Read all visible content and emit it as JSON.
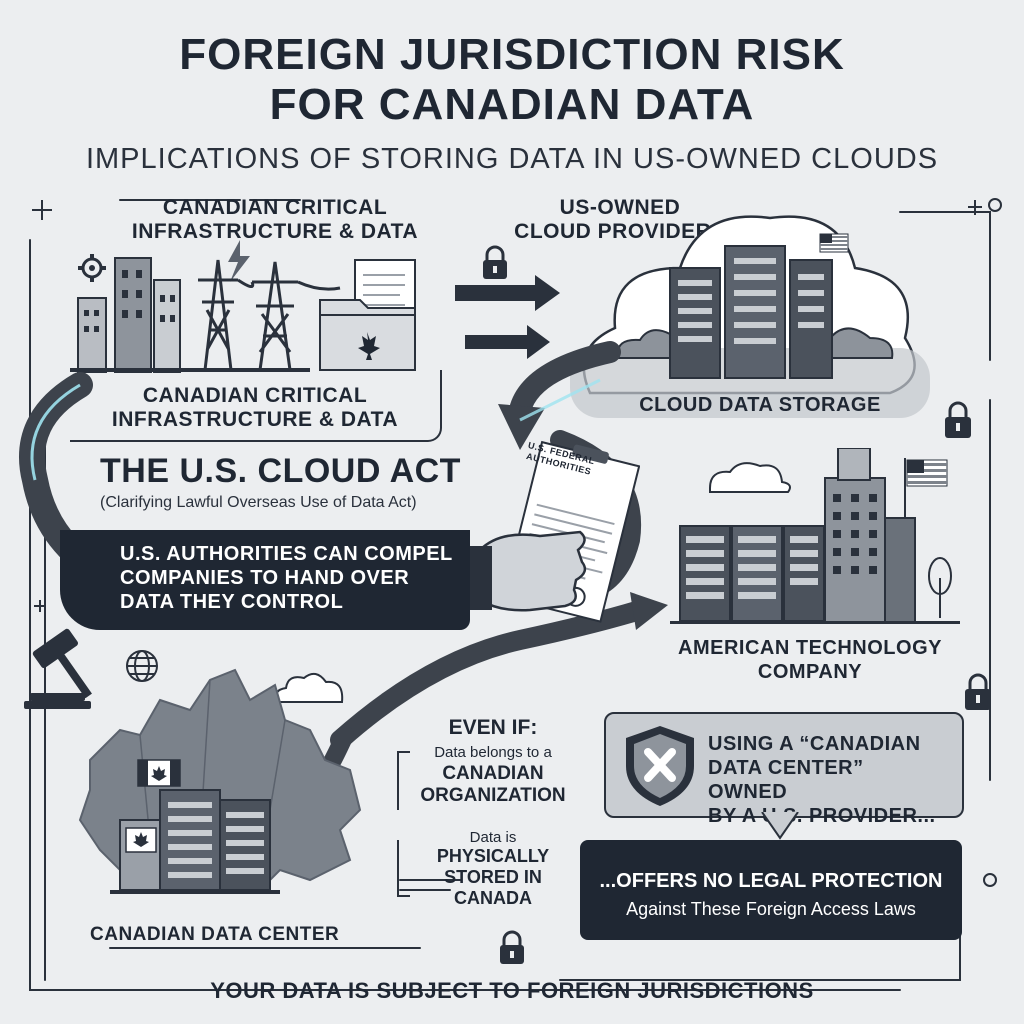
{
  "header": {
    "title_line1": "FOREIGN JURISDICTION RISK",
    "title_line2": "FOR CANADIAN DATA",
    "subtitle": "IMPLICATIONS OF STORING DATA IN US-OWNED CLOUDS"
  },
  "top_left": {
    "heading_line1": "CANADIAN CRITICAL",
    "heading_line2": "INFRASTRUCTURE & DATA",
    "caption_line1": "CANADIAN CRITICAL",
    "caption_line2": "INFRASTRUCTURE & DATA"
  },
  "top_right": {
    "heading_line1": "US-OWNED",
    "heading_line2": "CLOUD PROVIDERS",
    "caption": "CLOUD DATA STORAGE"
  },
  "cloud_act": {
    "title": "THE U.S. CLOUD ACT",
    "subtitle": "(Clarifying Lawful Overseas Use of Data Act)",
    "body_line1": "U.S. AUTHORITIES CAN COMPEL",
    "body_line2": "COMPANIES TO HAND OVER",
    "body_line3": "DATA THEY CONTROL",
    "document_label_line1": "U.S. FEDERAL",
    "document_label_line2": "AUTHORITIES"
  },
  "american_company": {
    "label_line1": "AMERICAN TECHNOLOGY",
    "label_line2": "COMPANY"
  },
  "even_if": {
    "heading": "EVEN IF:",
    "line1": "Data belongs to a",
    "line2": "CANADIAN",
    "line3": "ORGANIZATION",
    "line4": "Data is",
    "line5": "PHYSICALLY",
    "line6": "STORED IN",
    "line7": "CANADA"
  },
  "warning_box": {
    "line1": "USING A “CANADIAN",
    "line2": "DATA CENTER” OWNED",
    "line3": "BY A U.S. PROVIDER..."
  },
  "protection_box": {
    "line1": "...OFFERS NO LEGAL PROTECTION",
    "line2": "Against These Foreign Access Laws"
  },
  "canada": {
    "label": "CANADIAN DATA CENTER"
  },
  "footer": {
    "text": "YOUR DATA IS SUBJECT TO FOREIGN JURISDICTIONS"
  },
  "colors": {
    "dark": "#1f2733",
    "mid": "#5b626d",
    "light": "#eceef0",
    "accent": "#9fe3f0"
  },
  "icons": [
    "gear-icon",
    "lightning-icon",
    "lock-icon",
    "gavel-icon",
    "globe-icon",
    "shield-x-icon",
    "maple-leaf-icon",
    "us-flag-icon",
    "canada-flag-icon"
  ]
}
